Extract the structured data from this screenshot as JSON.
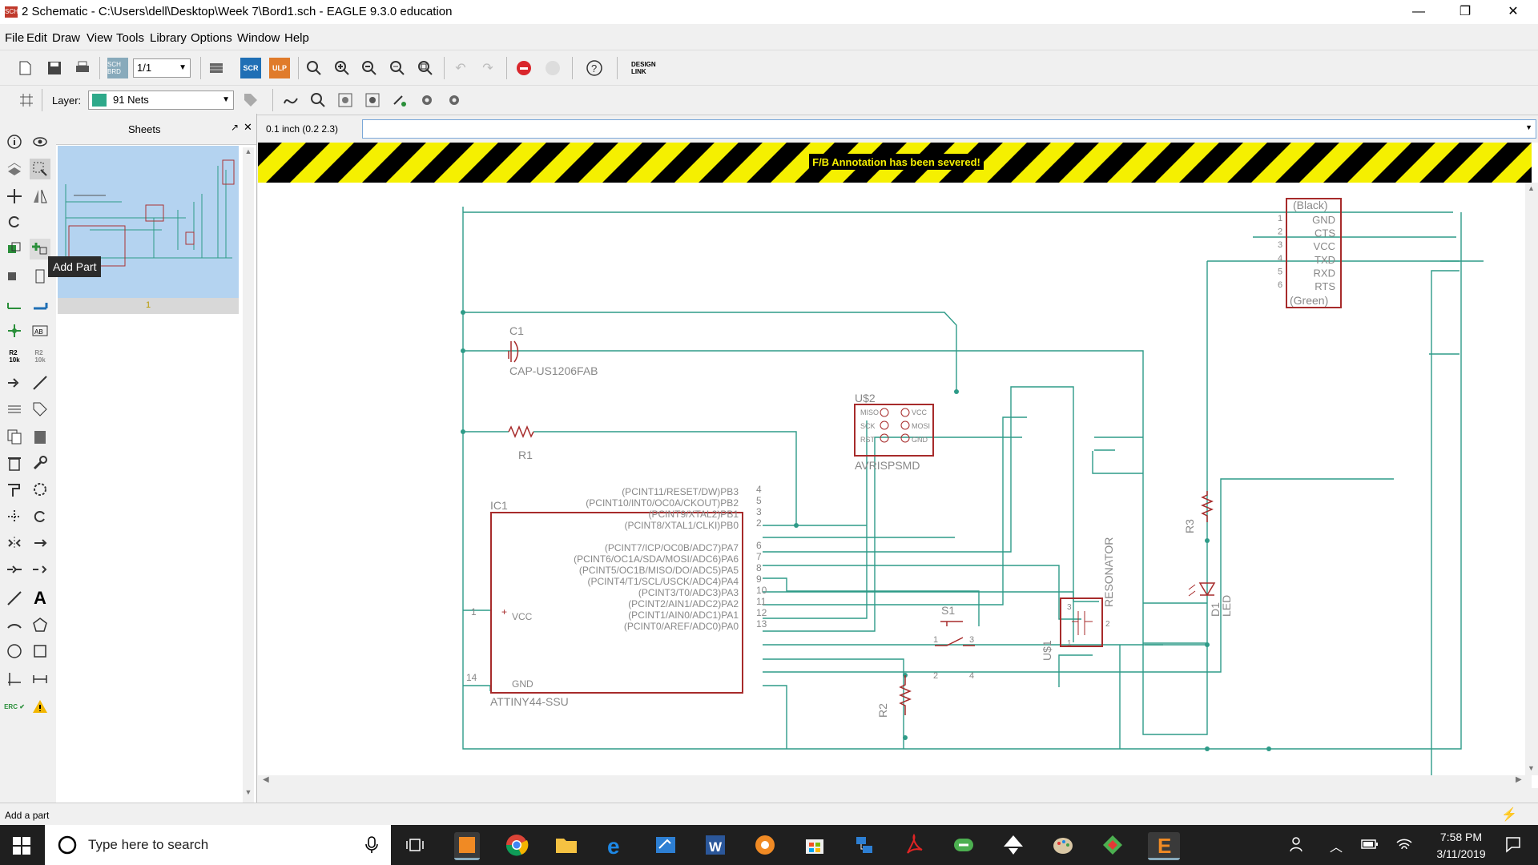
{
  "window": {
    "title": "2 Schematic - C:\\Users\\dell\\Desktop\\Week 7\\Bord1.sch - EAGLE 9.3.0 education",
    "minimize": "—",
    "restore": "❐",
    "close": "✕"
  },
  "menu": [
    "File",
    "Edit",
    "Draw",
    "View",
    "Tools",
    "Library",
    "Options",
    "Window",
    "Help"
  ],
  "toolbar": {
    "sheet_select": "1/1",
    "scr_label": "SCR",
    "ulp_label": "ULP",
    "design_link": "DESIGN LINK",
    "sch_brd": "SCH BRD"
  },
  "layerbar": {
    "layer_label": "Layer:",
    "layer_value": "91 Nets",
    "layer_color": "#2ea98a"
  },
  "sheets_panel": {
    "title": "Sheets",
    "sheet_number": "1"
  },
  "tooltip": "Add Part",
  "coords": "0.1 inch (0.2 2.3)",
  "command_value": "",
  "banner": "F/B Annotation has been severed!",
  "status_text": "Add a part",
  "schematic": {
    "c1_name": "C1",
    "c1_value": "CAP-US1206FAB",
    "r1_name": "R1",
    "u2_name": "U$2",
    "u2_value": "AVRISPSMD",
    "u2_pins_left": [
      "MISO",
      "SCK",
      "RST"
    ],
    "u2_pins_right": [
      "VCC",
      "MOSI",
      "GND"
    ],
    "ic1_name": "IC1",
    "ic1_value": "ATTINY44-SSU",
    "ic1_pins_right": [
      {
        "label": "(PCINT11/RESET/DW)PB3",
        "num": "4"
      },
      {
        "label": "(PCINT10/INT0/OC0A/CKOUT)PB2",
        "num": "5"
      },
      {
        "label": "(PCINT9/XTAL2)PB1",
        "num": "3"
      },
      {
        "label": "(PCINT8/XTAL1/CLKI)PB0",
        "num": "2"
      },
      {
        "label": "(PCINT7/ICP/OC0B/ADC7)PA7",
        "num": "6"
      },
      {
        "label": "(PCINT6/OC1A/SDA/MOSI/ADC6)PA6",
        "num": "7"
      },
      {
        "label": "(PCINT5/OC1B/MISO/DO/ADC5)PA5",
        "num": "8"
      },
      {
        "label": "(PCINT4/T1/SCL/USCK/ADC4)PA4",
        "num": "9"
      },
      {
        "label": "(PCINT3/T0/ADC3)PA3",
        "num": "10"
      },
      {
        "label": "(PCINT2/AIN1/ADC2)PA2",
        "num": "11"
      },
      {
        "label": "(PCINT1/AIN0/ADC1)PA1",
        "num": "12"
      },
      {
        "label": "(PCINT0/AREF/ADC0)PA0",
        "num": "13"
      }
    ],
    "ic1_vcc": "VCC",
    "ic1_vcc_num": "1",
    "ic1_gnd": "GND",
    "ic1_gnd_num": "14",
    "s1_name": "S1",
    "s1_pins": [
      "1",
      "2",
      "3",
      "4"
    ],
    "r2_name": "R2",
    "r3_name": "R3",
    "d1_name": "D1",
    "d1_value": "LED",
    "u1_name": "U$1",
    "u1_value": "RESONATOR",
    "u1_pins": [
      "3",
      "2",
      "1"
    ],
    "conn_top": "(Black)",
    "conn_bottom": "(Green)",
    "conn_pins": [
      {
        "num": "1",
        "label": "GND"
      },
      {
        "num": "2",
        "label": "CTS"
      },
      {
        "num": "3",
        "label": "VCC"
      },
      {
        "num": "4",
        "label": "TXD"
      },
      {
        "num": "5",
        "label": "RXD"
      },
      {
        "num": "6",
        "label": "RTS"
      }
    ]
  },
  "taskbar": {
    "search_placeholder": "Type here to search",
    "time": "7:58 PM",
    "date": "3/11/2019"
  }
}
